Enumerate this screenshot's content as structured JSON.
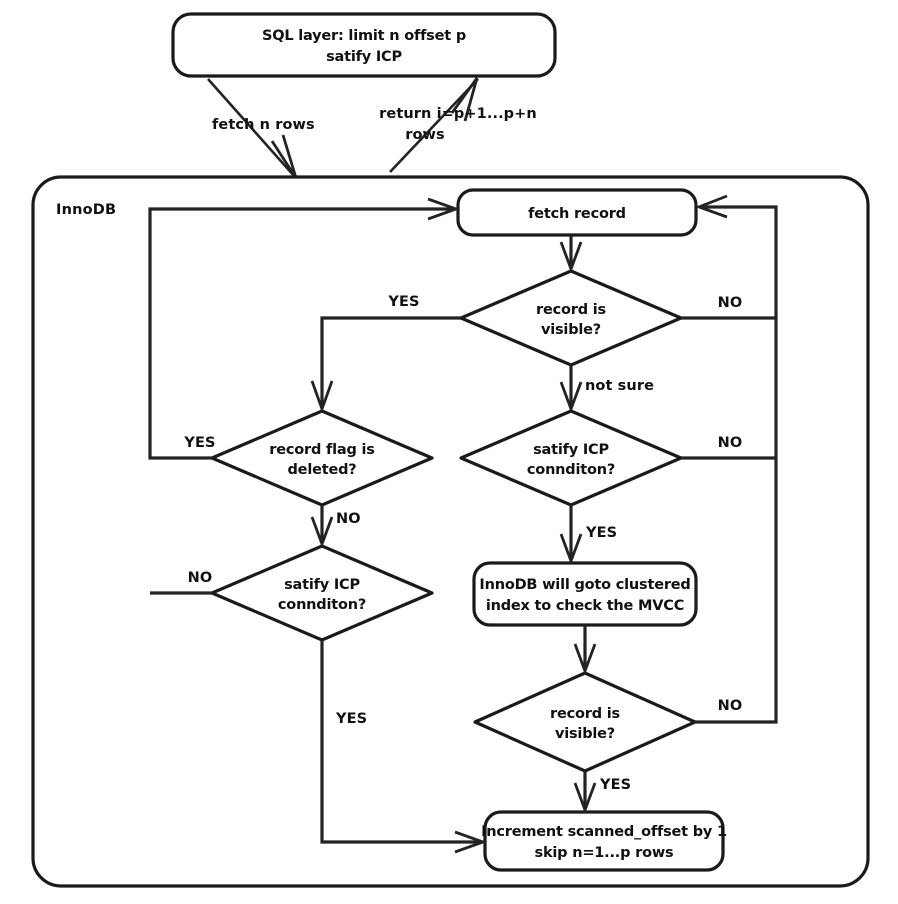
{
  "diagram": {
    "title_nodes": {
      "sql_layer": {
        "line1": "SQL layer: limit n offset p",
        "line2": "satify ICP"
      },
      "innodb_container": "InnoDB",
      "fetch_record": "fetch  record",
      "mvcc_box": {
        "line1": "InnoDB will goto clustered",
        "line2": "index to check the MVCC"
      },
      "increment_box": {
        "line1": "Increment scanned_offset by 1",
        "line2": "skip n=1...p rows"
      }
    },
    "decisions": {
      "record_visible_top": {
        "line1": "record is",
        "line2": "visible?"
      },
      "record_flag_deleted": {
        "line1": "record flag is",
        "line2": "deleted?"
      },
      "satify_icp_right": {
        "line1": "satify ICP",
        "line2": "connditon?"
      },
      "satify_icp_left": {
        "line1": "satify ICP",
        "line2": "connditon?"
      },
      "record_visible_bottom": {
        "line1": "record is",
        "line2": "visible?"
      }
    },
    "edge_labels": {
      "fetch_n_rows": "fetch n rows",
      "return_rows_line1": "return i=p+1...p+n",
      "return_rows_line2": "rows",
      "visible_yes": "YES",
      "visible_no": "NO",
      "visible_not_sure": "not sure",
      "deleted_yes": "YES",
      "deleted_no": "NO",
      "icp_right_no": "NO",
      "icp_right_yes": "YES",
      "icp_left_no": "NO",
      "icp_left_yes": "YES",
      "visible_bottom_no": "NO",
      "visible_bottom_yes": "YES"
    },
    "colors": {
      "stroke": "#1a1a1a",
      "edge": "#232323",
      "fill": "#ffffff",
      "text": "#111111"
    }
  }
}
